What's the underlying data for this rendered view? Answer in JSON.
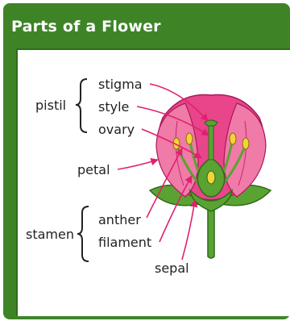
{
  "title": "Parts of a Flower",
  "labels": {
    "pistil": "pistil",
    "stigma": "stigma",
    "style": "style",
    "ovary": "ovary",
    "petal": "petal",
    "stamen": "stamen",
    "anther": "anther",
    "filament": "filament",
    "sepal": "sepal"
  },
  "colors": {
    "frame": "#3e8427",
    "petal": "#e8458a",
    "petal_light": "#f07aa8",
    "leaf": "#5aa332",
    "arrow": "#e0206f",
    "anther": "#f2d43a"
  }
}
